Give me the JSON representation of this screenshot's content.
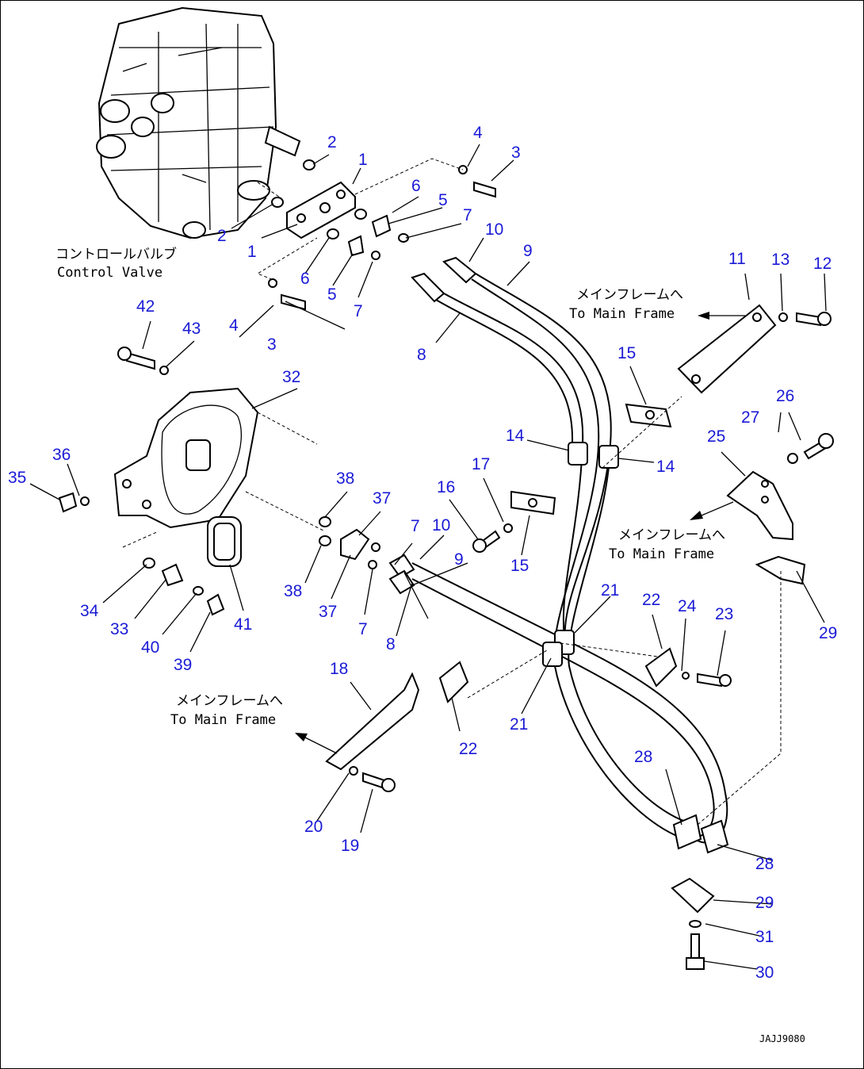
{
  "labels": {
    "control_valve_jp": "コントロールバルブ",
    "control_valve_en": "Control Valve",
    "main_frame_jp": "メインフレームへ",
    "main_frame_en": "To Main Frame"
  },
  "drawing_code": "JAJJ9080",
  "callouts": [
    "1",
    "1",
    "2",
    "2",
    "3",
    "3",
    "4",
    "4",
    "5",
    "5",
    "6",
    "6",
    "7",
    "7",
    "7",
    "7",
    "8",
    "8",
    "9",
    "9",
    "10",
    "10",
    "11",
    "12",
    "13",
    "14",
    "14",
    "15",
    "15",
    "16",
    "17",
    "18",
    "19",
    "20",
    "21",
    "21",
    "22",
    "22",
    "23",
    "24",
    "25",
    "26",
    "27",
    "28",
    "28",
    "29",
    "29",
    "30",
    "31",
    "32",
    "33",
    "34",
    "35",
    "36",
    "37",
    "37",
    "38",
    "38",
    "39",
    "40",
    "41",
    "42",
    "43"
  ],
  "colors": {
    "callout": "#1a1ad6",
    "line": "#000000"
  }
}
